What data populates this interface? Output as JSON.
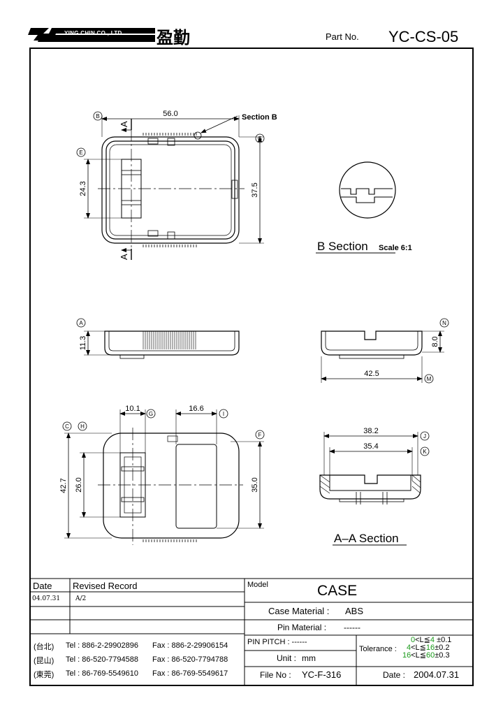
{
  "header": {
    "company_en": "YING CHIN CO., LTD",
    "company_cn": "盈勤",
    "part_no_label": "Part No.",
    "part_no": "YC-CS-05"
  },
  "drawing": {
    "top_view": {
      "width_dim": "56.0",
      "height_dim": "37.5",
      "inner_dim": "24.3",
      "section_b_label": "Section B",
      "cut_label_top": "A",
      "cut_label_bottom": "A",
      "ref_b": "B",
      "ref_e": "E",
      "ref_g": "G"
    },
    "b_section": {
      "title": "B Section",
      "scale": "Scale 6:1"
    },
    "side_view": {
      "height_dim": "11.3",
      "ref_a": "A"
    },
    "end_view": {
      "height_dim": "8.0",
      "width_dim": "42.5",
      "ref_n": "N",
      "ref_m": "M"
    },
    "bottom_view": {
      "dim_a": "10.1",
      "dim_b": "16.6",
      "dim_h1": "42.7",
      "dim_h2": "26.0",
      "dim_h3": "35.0",
      "ref_c": "C",
      "ref_h": "H",
      "ref_g": "G",
      "ref_i": "I",
      "ref_f": "F"
    },
    "aa_section": {
      "title": "A–A Section",
      "dim_outer": "38.2",
      "dim_inner": "35.4",
      "ref_j": "J",
      "ref_k": "K"
    }
  },
  "title_block": {
    "date_header": "Date",
    "record_header": "Revised Record",
    "rows": [
      {
        "date": "04.07.31",
        "record": "A/2"
      }
    ],
    "contacts": [
      {
        "city": "(台北)",
        "tel": "Tel : 886-2-29902896",
        "fax": "Fax : 886-2-29906154"
      },
      {
        "city": "(昆山)",
        "tel": "Tel : 86-520-7794588",
        "fax": "Fax : 86-520-7794788"
      },
      {
        "city": "(東莞)",
        "tel": "Tel : 86-769-5549610",
        "fax": "Fax : 86-769-5549617"
      }
    ],
    "model_label": "Model",
    "model": "CASE",
    "case_material_label": "Case Material :",
    "case_material": "ABS",
    "pin_material_label": "Pin Material :",
    "pin_material": "------",
    "pin_pitch": "PIN PITCH : ------",
    "unit_label": "Unit :",
    "unit": "mm",
    "tolerance_label": "Tolerance :",
    "tolerances": [
      {
        "range_a": "0",
        "range_b": "4",
        "tol": "±0.1"
      },
      {
        "range_a": "4",
        "range_b": "16",
        "tol": "±0.2"
      },
      {
        "range_a": "16",
        "range_b": "60",
        "tol": "±0.3"
      }
    ],
    "file_no_label": "File No :",
    "file_no": "YC-F-316",
    "date_label": "Date :",
    "date": "2004.07.31"
  },
  "colors": {
    "ink": "#000000",
    "tolerance_green": "#1a9a1a"
  }
}
